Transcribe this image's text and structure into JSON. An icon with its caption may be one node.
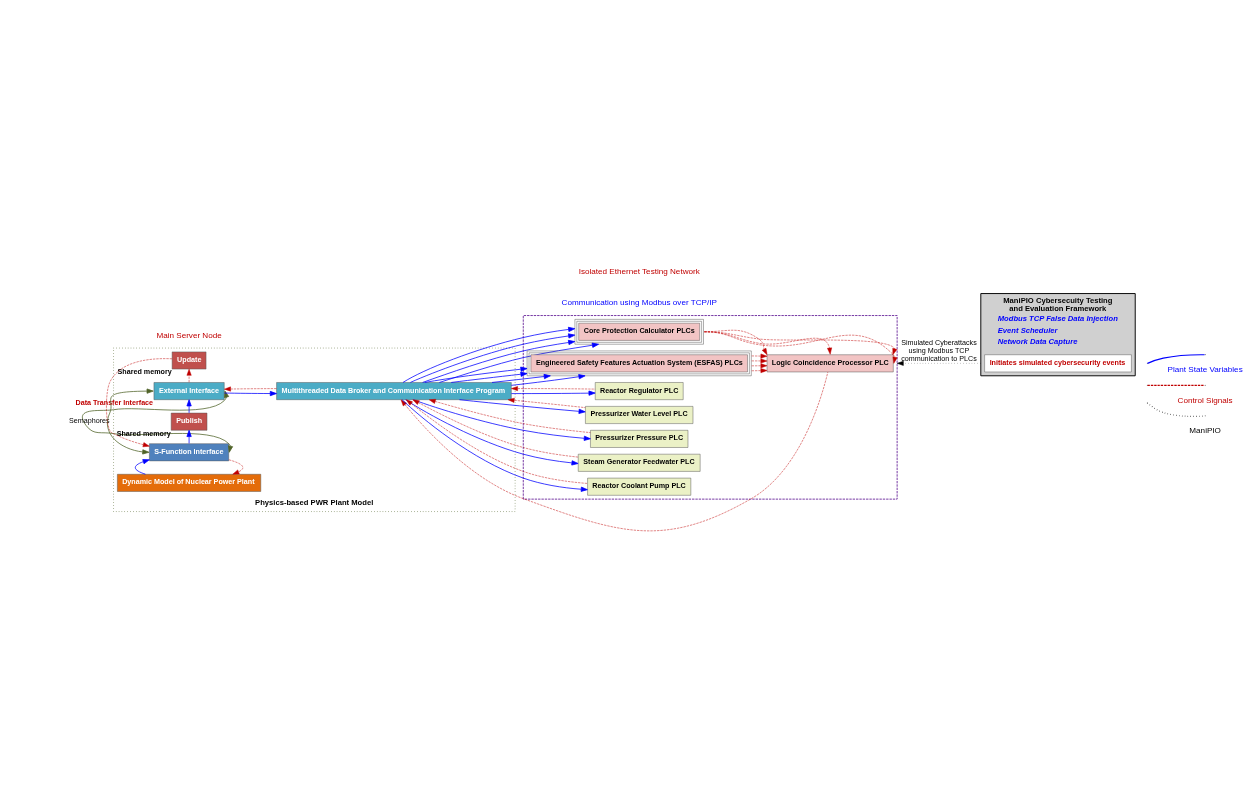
{
  "diagram": {
    "nodes": [
      {
        "text": [
          "Physics-based PWR Plant Model"
        ]
      },
      {
        "text": [
          "External Interface"
        ],
        "beside": [
          "Data Transfer Interface"
        ],
        "in": 0
      },
      {
        "text": [
          "Publish"
        ],
        "beside": [
          "Shared memory"
        ],
        "in": 0
      },
      {
        "text": [
          "Update"
        ],
        "beside": [
          "Shared memory"
        ],
        "in": 0
      },
      {
        "text": [
          "S-Function Interface"
        ],
        "in": 0
      },
      {
        "text": [
          "Dynamic Model of Nuclear Power Plant"
        ],
        "in": 0
      },
      {
        "text": [
          "Multithreaded Data Broker and Communication Interface Program"
        ],
        "in": 0
      },
      {
        "text": [],
        "shape": "box"
      },
      {
        "text": [
          "Core Protection Calculator PLCs"
        ],
        "in": 7
      },
      {
        "text": [
          "Logic Coincidence Processor PLC"
        ],
        "in": 7
      },
      {
        "text": [
          "Engineered Safety Features Actuation System (ESFAS) PLCs"
        ],
        "in": 7
      },
      {
        "text": [
          "Reactor Regulator PLC"
        ],
        "in": 7
      },
      {
        "text": [
          "Pressurizer Water Level PLC"
        ],
        "in": 7
      },
      {
        "text": [
          "Pressurizer Pressure PLC"
        ],
        "in": 7
      },
      {
        "text": [
          "Steam Generator Feedwater PLC"
        ],
        "in": 7
      },
      {
        "text": [
          "Reactor Coolant Pump PLC"
        ],
        "in": 7
      },
      {
        "text": [
          "ManiPIO Cybersecuity Testing and Evaluation Framework",
          "Modbus TCP False Data Injection",
          "Event Scheduler",
          "Network Data Capture"
        ]
      },
      {
        "text": [
          "Initiates simulated cybersecurity events"
        ],
        "in": 16
      }
    ],
    "edges": [
      {
        "from": 1,
        "to": 6,
        "arrow": "to",
        "color": "#0000ff"
      },
      {
        "from": 6,
        "to": 1,
        "arrow": "to",
        "style": "dashed",
        "color": "#c00000"
      },
      {
        "from": 2,
        "to": 1,
        "arrow": "to",
        "color": "#0000ff"
      },
      {
        "from": 4,
        "to": 2,
        "arrow": "to",
        "color": "#0000ff"
      },
      {
        "from": 1,
        "to": 3,
        "arrow": "to",
        "style": "dashed",
        "color": "#c00000"
      },
      {
        "from": 3,
        "to": 4,
        "arrow": "to",
        "style": "dashed",
        "color": "#c00000"
      },
      {
        "from": 1,
        "to": 4,
        "arrow": "both",
        "color": "#4f6228",
        "label": "Semaphores"
      },
      {
        "from": 1,
        "to": 4,
        "arrow": "both",
        "color": "#4f6228"
      },
      {
        "from": 4,
        "to": 5,
        "arrow": "to",
        "style": "dashed",
        "color": "#c00000"
      },
      {
        "from": 5,
        "to": 4,
        "arrow": "to",
        "color": "#0000ff"
      },
      {
        "from": 6,
        "to": 8,
        "arrow": "to",
        "color": "#0000ff"
      },
      {
        "from": 6,
        "to": 8,
        "arrow": "to",
        "color": "#0000ff"
      },
      {
        "from": 6,
        "to": 8,
        "arrow": "to",
        "color": "#0000ff"
      },
      {
        "from": 6,
        "to": 8,
        "arrow": "to",
        "color": "#0000ff"
      },
      {
        "from": 8,
        "to": 9,
        "arrow": "to",
        "style": "dashed",
        "color": "#c00000"
      },
      {
        "from": 8,
        "to": 9,
        "arrow": "to",
        "style": "dashed",
        "color": "#c00000"
      },
      {
        "from": 8,
        "to": 9,
        "arrow": "to",
        "style": "dashed",
        "color": "#c00000"
      },
      {
        "from": 8,
        "to": 9,
        "arrow": "to",
        "style": "dashed",
        "color": "#c00000"
      },
      {
        "from": 9,
        "to": 6,
        "arrow": "to",
        "style": "dashed",
        "color": "#c00000"
      },
      {
        "from": 6,
        "to": 10,
        "arrow": "to",
        "color": "#0000ff"
      },
      {
        "from": 6,
        "to": 10,
        "arrow": "to",
        "color": "#0000ff"
      },
      {
        "from": 6,
        "to": 10,
        "arrow": "to",
        "color": "#0000ff"
      },
      {
        "from": 6,
        "to": 10,
        "arrow": "to",
        "color": "#0000ff"
      },
      {
        "from": 10,
        "to": 9,
        "arrow": "to",
        "style": "dashed",
        "color": "#c00000"
      },
      {
        "from": 10,
        "to": 9,
        "arrow": "to",
        "style": "dashed",
        "color": "#c00000"
      },
      {
        "from": 10,
        "to": 9,
        "arrow": "to",
        "style": "dashed",
        "color": "#c00000"
      },
      {
        "from": 10,
        "to": 9,
        "arrow": "to",
        "style": "dashed",
        "color": "#c00000"
      },
      {
        "from": 6,
        "to": 11,
        "arrow": "to",
        "color": "#0000ff"
      },
      {
        "from": 11,
        "to": 6,
        "arrow": "to",
        "style": "dashed",
        "color": "#c00000"
      },
      {
        "from": 6,
        "to": 12,
        "arrow": "to",
        "color": "#0000ff"
      },
      {
        "from": 12,
        "to": 6,
        "arrow": "to",
        "style": "dashed",
        "color": "#c00000"
      },
      {
        "from": 6,
        "to": 13,
        "arrow": "to",
        "color": "#0000ff"
      },
      {
        "from": 13,
        "to": 6,
        "arrow": "to",
        "style": "dashed",
        "color": "#c00000"
      },
      {
        "from": 6,
        "to": 14,
        "arrow": "to",
        "color": "#0000ff"
      },
      {
        "from": 14,
        "to": 6,
        "arrow": "to",
        "style": "dashed",
        "color": "#c00000"
      },
      {
        "from": 6,
        "to": 15,
        "arrow": "to",
        "color": "#0000ff"
      },
      {
        "from": 15,
        "to": 6,
        "arrow": "to",
        "style": "dashed",
        "color": "#c00000"
      },
      {
        "from": 16,
        "to": 7,
        "arrow": "to",
        "style": "dashed",
        "color": "#000000",
        "label": "Simulated Cyberattacks using Modbus TCP communication to PLCs"
      }
    ],
    "labels": [
      "Main Server Node",
      "Isolated Ethernet Testing Network",
      "Communication using Modbus over TCP/IP"
    ],
    "legend": [
      {
        "text": "Plant State Variables"
      },
      {
        "text": "Control Signals"
      },
      {
        "text": "ManiPIO"
      }
    ]
  }
}
